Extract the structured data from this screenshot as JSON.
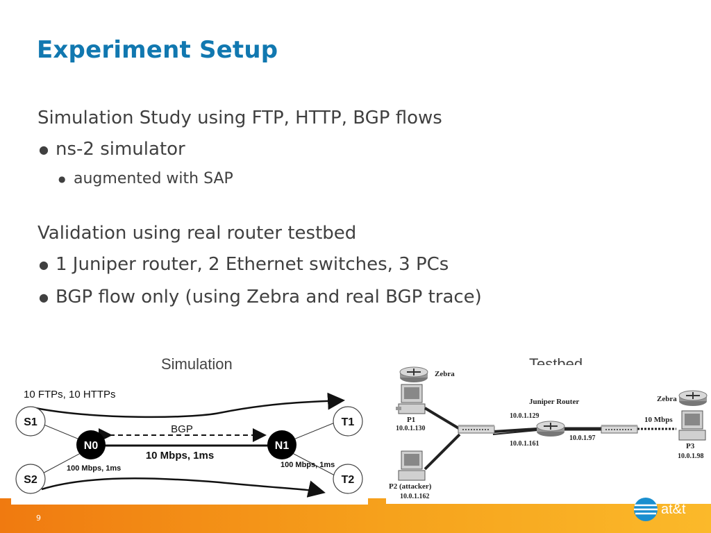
{
  "slide": {
    "title": "Experiment Setup",
    "page_number": "9",
    "logo_text": "at&t"
  },
  "content": {
    "section1_heading": "Simulation Study using FTP, HTTP, BGP flows",
    "section1_bullet1": "ns-2 simulator",
    "section1_sub_bullet1": "augmented with SAP",
    "section2_heading": "Validation using real router testbed",
    "section2_bullet1": "1 Juniper router, 2 Ethernet switches, 3 PCs",
    "section2_bullet2": "BGP flow only (using Zebra and real BGP trace)"
  },
  "simulation_figure": {
    "caption": "Simulation",
    "flows_label": "10 FTPs, 10 HTTPs",
    "bgp_label": "BGP",
    "core_link_label": "10 Mbps, 1ms",
    "left_link_label": "100 Mbps, 1ms",
    "right_link_label": "100 Mbps, 1ms",
    "nodes": {
      "s1": "S1",
      "s2": "S2",
      "n0": "N0",
      "n1": "N1",
      "t1": "T1",
      "t2": "T2"
    }
  },
  "testbed_figure": {
    "caption": "Testbed",
    "zebra_left": "Zebra",
    "zebra_right": "Zebra",
    "router_label": "Juniper Router",
    "router_left_ip": "10.0.1.129",
    "router_bottom_ip": "10.0.1.161",
    "router_right_ip": "10.0.1.97",
    "link_speed": "10 Mbps",
    "p1_name": "P1",
    "p1_ip": "10.0.1.130",
    "p2_name": "P2 (attacker)",
    "p2_ip": "10.0.1.162",
    "p3_name": "P3",
    "p3_ip": "10.0.1.98"
  },
  "colors": {
    "title": "#1178b0",
    "footer_start": "#f07a10",
    "footer_end": "#fbb92a",
    "logo_blue": "#1a8fcf"
  }
}
